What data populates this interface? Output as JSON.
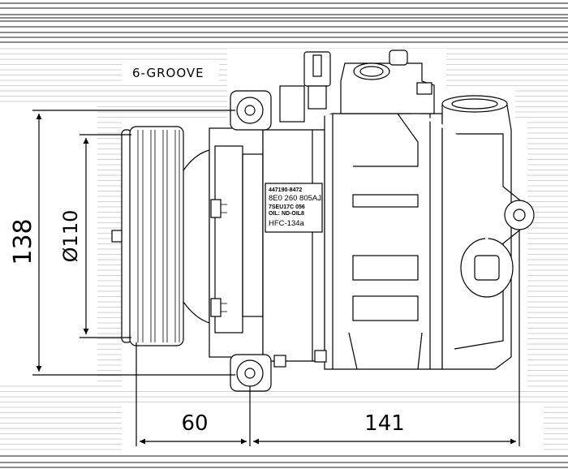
{
  "drawing": {
    "groove_label": "6-GROOVE",
    "dimensions": {
      "height_overall": "138",
      "pulley_diameter": "Ø110",
      "pulley_depth": "60",
      "body_length": "141"
    },
    "plate": {
      "line1": "447190-8472",
      "line2": "8E0 260 805AJ",
      "line3": "7SEU17C   056",
      "line4": "OIL: ND-OIL8",
      "refrigerant": "HFC-134a"
    }
  }
}
